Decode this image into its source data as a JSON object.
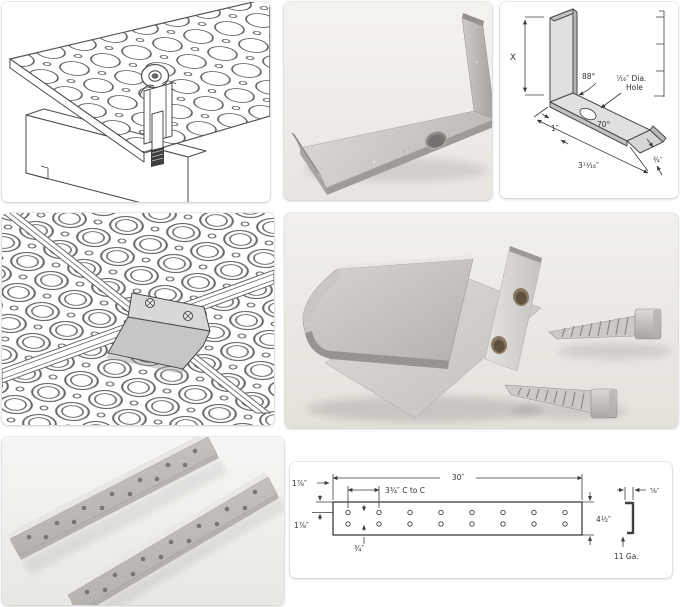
{
  "colors": {
    "page_bg": "#ffffff",
    "card_bg": "#ffffff",
    "photo_bg_cool": "#f0eeeb",
    "photo_bg_warm": "#ece8e3",
    "line_art": "#3d3d3d",
    "steel_light": "#d9d7d4",
    "steel_mid": "#b9b6b3",
    "clip_fill": "#c9c9c9",
    "hole_bronze": "#8a7a5e"
  },
  "clip_dimension_drawing": {
    "height": "X",
    "top_angle": "88°",
    "hole_note_line1": "⁷⁄₁₆″ Dia.",
    "hole_note_line2": "Hole",
    "bottom_angle": "70°",
    "hole_offset": "1″",
    "overall_length": "3¹¹⁄₁₆″",
    "lip_height": "¾″"
  },
  "splice_plate_drawing": {
    "overall_length": "30″",
    "hole_spacing": "3¾″ C to C",
    "end_margin": "1⅞″",
    "top_margin": "1⅞″",
    "row_gap": "¾″",
    "plate_width": "4½″",
    "flange_lip": "⅝″",
    "thickness": "11 Ga."
  }
}
